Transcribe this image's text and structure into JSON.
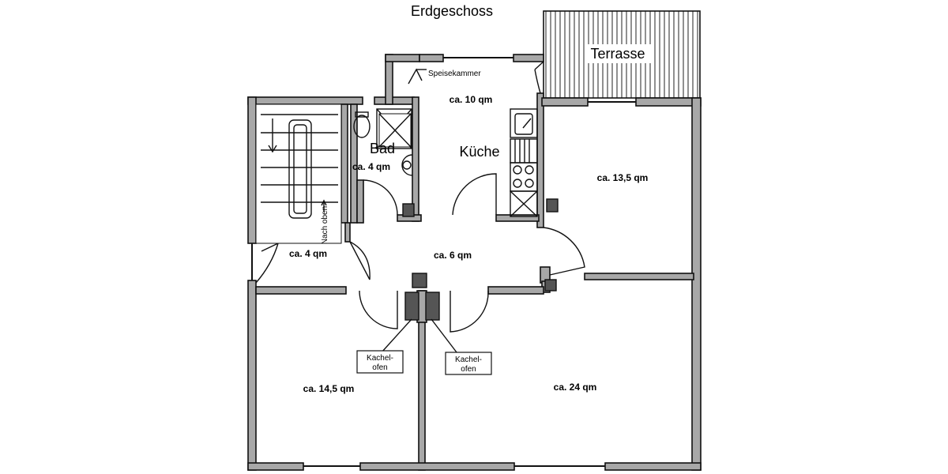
{
  "title": "Erdgeschoss",
  "rooms": {
    "terrace": "Terrasse",
    "pantry": "Speisekammer",
    "kitchen_area": "ca. 10 qm",
    "kitchen": "Küche",
    "bath": "Bad",
    "bath_area": "ca. 4 qm",
    "stair_up": "Nach oben",
    "room_ne": "ca. 13,5 qm",
    "entry": "ca. 4 qm",
    "hall": "ca. 6 qm",
    "room_sw": "ca. 14,5 qm",
    "room_se": "ca. 24 qm"
  },
  "stove_left": {
    "line1": "Kachel-",
    "line2": "ofen"
  },
  "stove_right": {
    "line1": "Kachel-",
    "line2": "ofen"
  },
  "colors": {
    "wall": "#a8a8a8",
    "line": "#111111",
    "chimney": "#555555"
  }
}
